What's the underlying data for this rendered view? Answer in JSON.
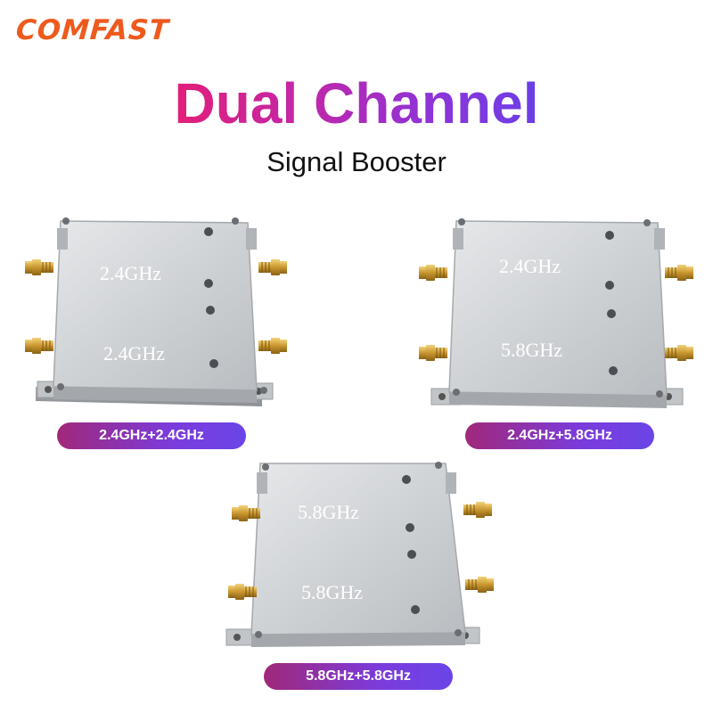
{
  "brand": "COMFAST",
  "title": "Dual Channel",
  "subtitle": "Signal Booster",
  "devices": [
    {
      "top_label": "2.4GHz",
      "bottom_label": "2.4GHz",
      "caption": "2.4GHz+2.4GHz"
    },
    {
      "top_label": "2.4GHz",
      "bottom_label": "5.8GHz",
      "caption": "2.4GHz+5.8GHz"
    },
    {
      "top_label": "5.8GHz",
      "bottom_label": "5.8GHz",
      "caption": "5.8GHz+5.8GHz"
    }
  ],
  "colors": {
    "brand": "#ee5a1e",
    "title_start": "#e21f78",
    "title_end": "#6b3fe6",
    "pill": "#7c3bdb"
  }
}
